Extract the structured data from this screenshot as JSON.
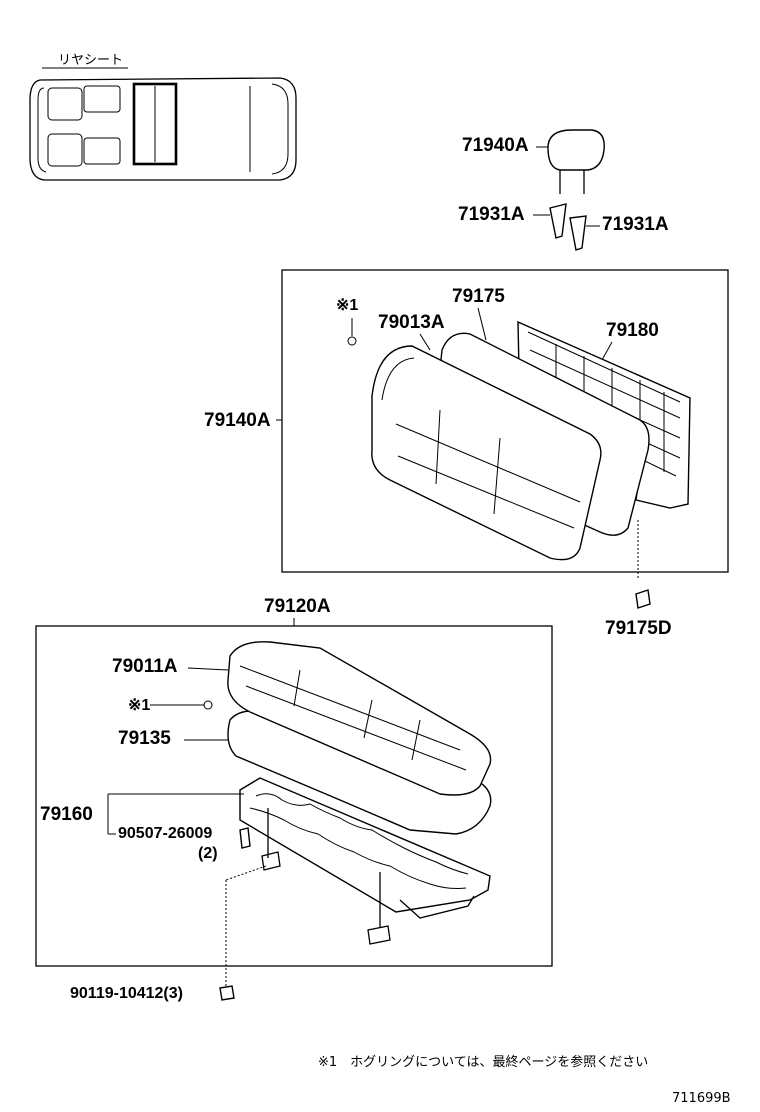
{
  "inset": {
    "label": "リヤシート"
  },
  "parts": {
    "p71940A": "71940A",
    "p71931A_left": "71931A",
    "p71931A_right": "71931A",
    "p79175": "79175",
    "p79013A": "79013A",
    "p79180": "79180",
    "p79140A": "79140A",
    "p79175D": "79175D",
    "p79120A": "79120A",
    "p79011A": "79011A",
    "p79135": "79135",
    "p79160": "79160",
    "p90507": "90507-26009",
    "p90507_qty": "(2)",
    "p90119": "90119-10412(3)"
  },
  "notes": {
    "mark_back": "※1",
    "mark_cushion": "※1",
    "footnote": "※1　ホグリングについては、最終ページを参照ください"
  },
  "figure_id": "711699B"
}
